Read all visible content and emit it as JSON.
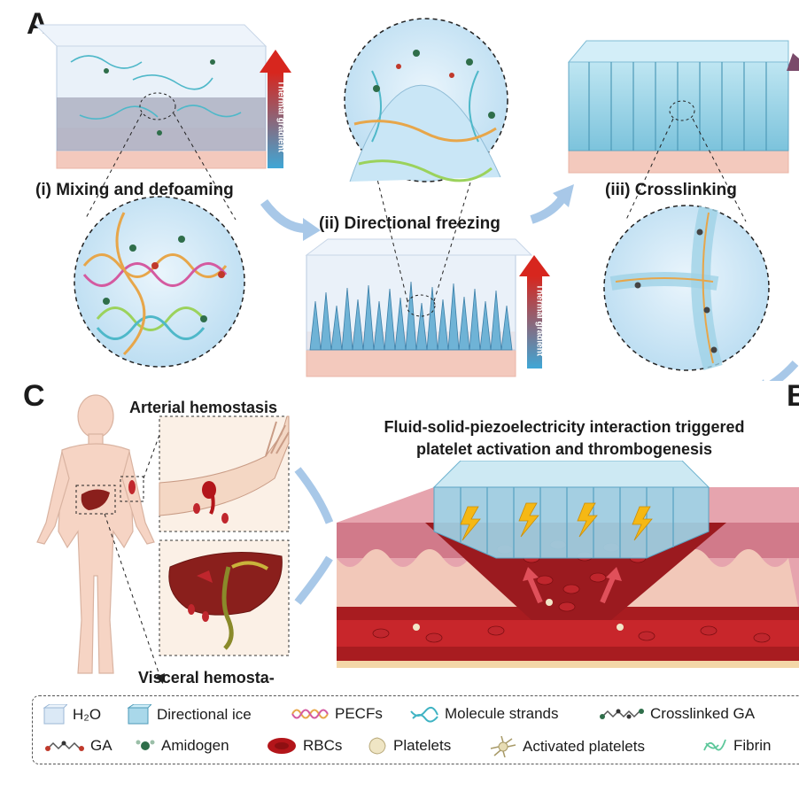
{
  "panels": {
    "a": "A",
    "b": "B",
    "c": "C"
  },
  "steps": {
    "step1": "(i) Mixing and defoaming",
    "step2": "(ii) Directional freezing",
    "step3": "(iii) Crosslinking"
  },
  "arrows": {
    "gradient_label": "Thermal gradient"
  },
  "panel_c": {
    "arterial": "Arterial hemostasis",
    "visceral": "Visceral hemosta-"
  },
  "panel_b": {
    "title_line1": "Fluid-solid-piezoelectricity interaction triggered",
    "title_line2": "platelet activation and thrombogenesis"
  },
  "legend": {
    "row1": [
      "H₂O",
      "Directional ice",
      "PECFs",
      "Molecule strands",
      "Crosslinked GA"
    ],
    "row2": [
      "GA",
      "Amidogen",
      "RBCs",
      "Platelets",
      "Activated platelets",
      "Fibrin"
    ]
  },
  "colors": {
    "ice": "#a9d8ea",
    "water": "#dbe9f6",
    "rbc": "#b3151a",
    "skin": "#f6d4c4",
    "gradient_top": "#d7261e",
    "gradient_bottom": "#3fa7d6"
  }
}
